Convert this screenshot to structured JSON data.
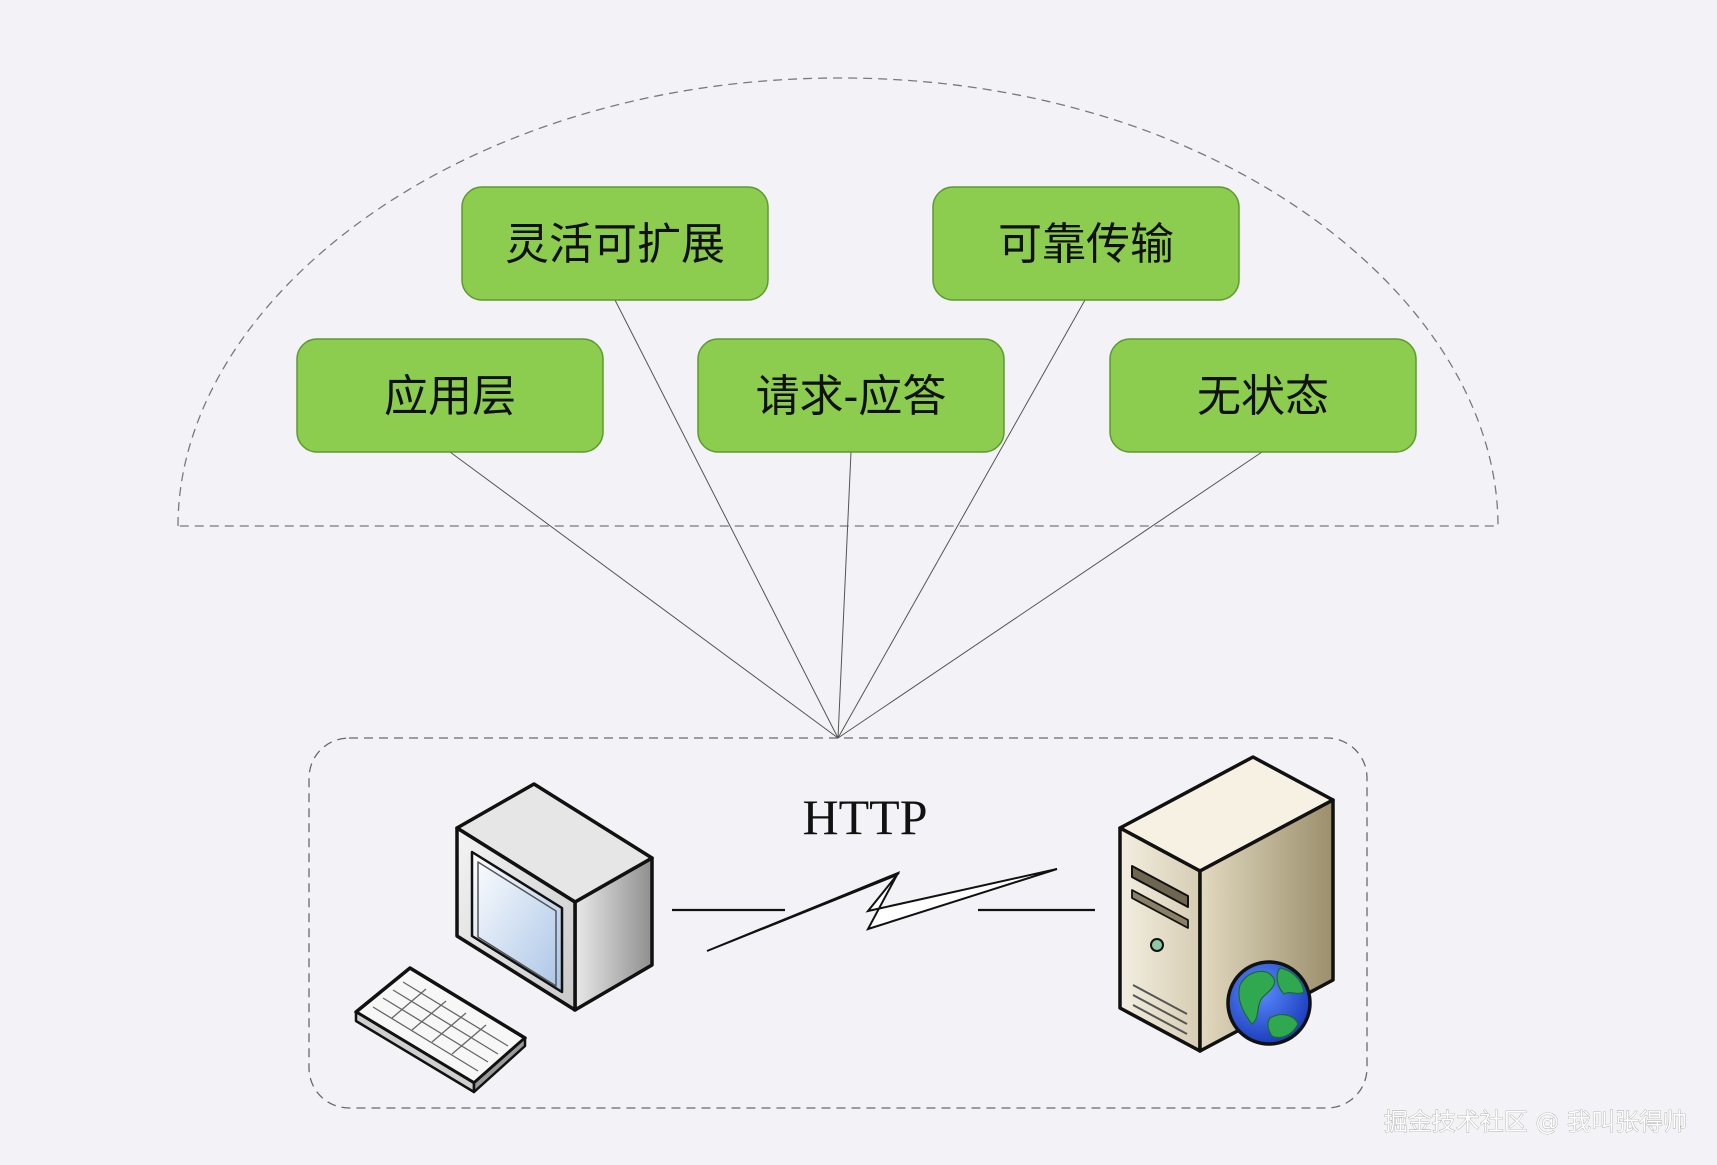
{
  "features": [
    {
      "label": "灵活可扩展"
    },
    {
      "label": "可靠传输"
    },
    {
      "label": "应用层"
    },
    {
      "label": "请求-应答"
    },
    {
      "label": "无状态"
    }
  ],
  "protocol": {
    "label": "HTTP"
  },
  "watermark": {
    "text": "掘金技术社区 @ 我叫张得帅"
  },
  "icons": {
    "client": "desktop-computer-icon",
    "keyboard": "keyboard-icon",
    "server": "server-icon",
    "globe": "globe-icon",
    "link": "lightning-link-icon"
  },
  "colors": {
    "background": "#f3f2f6",
    "node_fill": "#8ccd50",
    "node_stroke": "#5d9a2e",
    "line": "#555555"
  }
}
